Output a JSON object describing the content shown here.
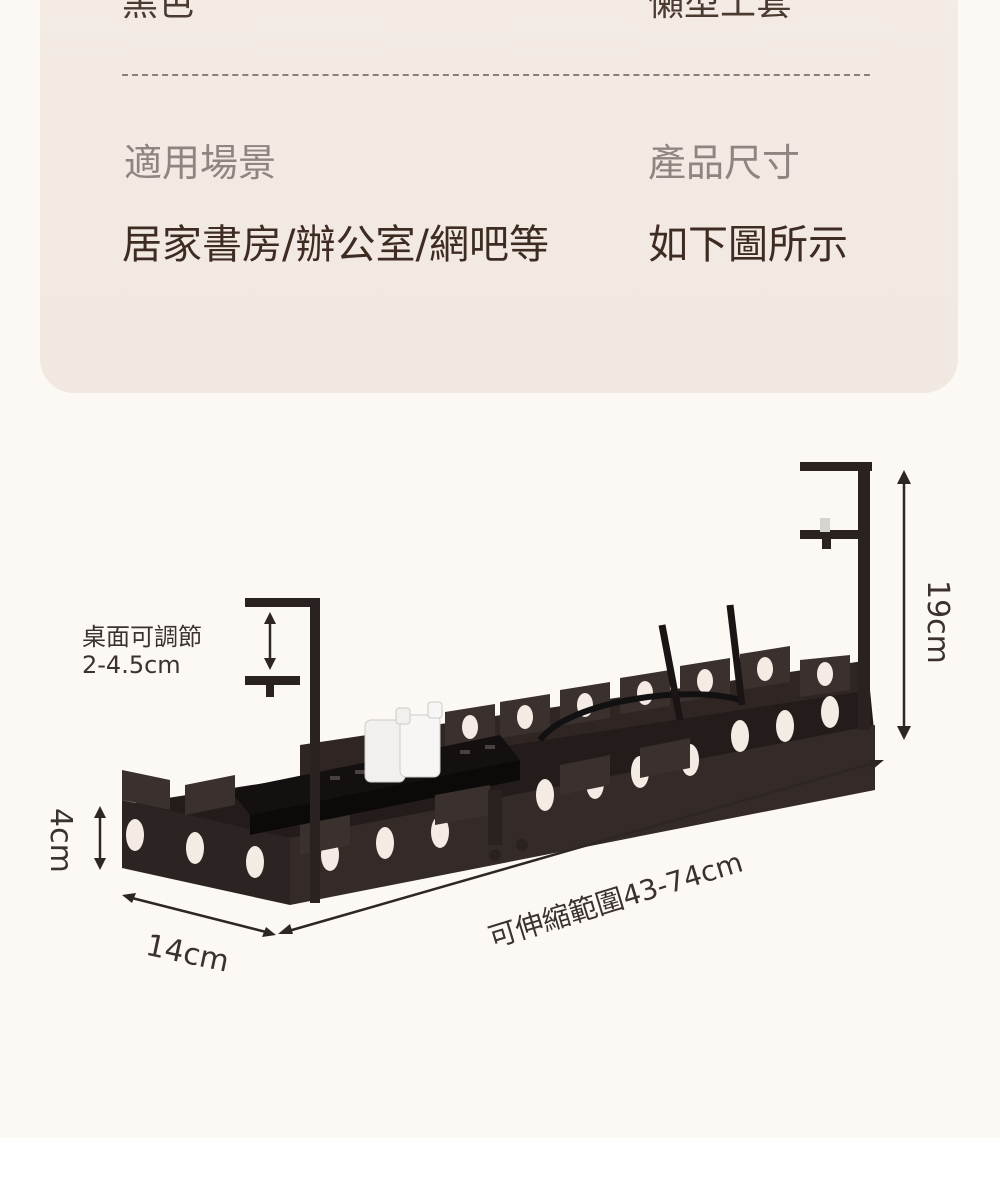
{
  "specs": {
    "top_left_value": "黑色",
    "top_right_value": "懶型工套",
    "scene_label": "適用場景",
    "scene_value": "居家書房/辦公室/網吧等",
    "size_label": "產品尺寸",
    "size_value": "如下圖所示"
  },
  "dimensions": {
    "desk_adjust_line1": "桌面可調節",
    "desk_adjust_line2": "2-4.5cm",
    "height": "4cm",
    "depth": "14cm",
    "total_height": "19cm",
    "length": "可伸縮範圍43-74cm"
  },
  "colors": {
    "page_bg": "#fcf8f3",
    "card_bg": "#f2e9e2",
    "product": "#2a2220",
    "label": "#8f8580",
    "value": "#3e2c22"
  }
}
